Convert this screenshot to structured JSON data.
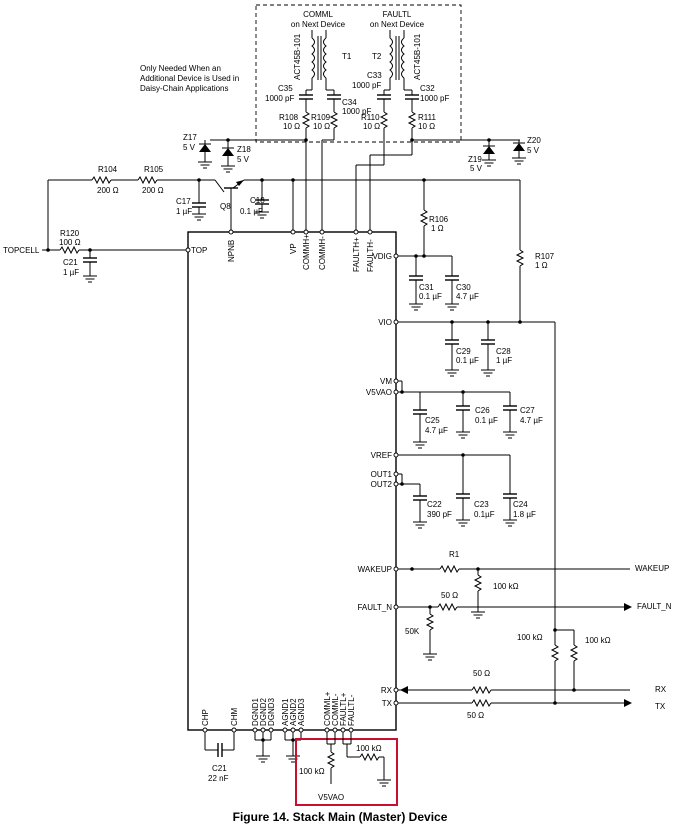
{
  "caption": "Figure 14. Stack Main (Master) Device",
  "note": [
    "Only Needed When an",
    "Additional Device is Used in",
    "Daisy-Chain Applications"
  ],
  "top_labels": {
    "comml": [
      "COMML",
      "on Next Device"
    ],
    "faultl": [
      "FAULTL",
      "on Next Device"
    ]
  },
  "transformers": {
    "t1": {
      "ref": "T1",
      "part": "ACT45B-101"
    },
    "t2": {
      "ref": "T2",
      "part": "ACT45B-101"
    }
  },
  "components": {
    "c35": [
      "C35",
      "1000 pF"
    ],
    "c34": [
      "C34",
      "1000 pF"
    ],
    "c33": [
      "C33",
      "1000 pF"
    ],
    "c32": [
      "C32",
      "1000 pF"
    ],
    "r108": [
      "R108",
      "10 Ω"
    ],
    "r109": [
      "R109",
      "10 Ω"
    ],
    "r110": [
      "R110",
      "10 Ω"
    ],
    "r111": [
      "R111",
      "10 Ω"
    ],
    "z17": [
      "Z17",
      "5 V"
    ],
    "z18": [
      "Z18",
      "5 V"
    ],
    "z19": [
      "Z19",
      "5 V"
    ],
    "z20": [
      "Z20",
      "5 V"
    ],
    "r104": [
      "R104",
      "200 Ω"
    ],
    "r105": [
      "R105",
      "200 Ω"
    ],
    "c17": [
      "C17",
      "1 µF"
    ],
    "c18": [
      "C18",
      "0.1 µF"
    ],
    "q8": "Q8",
    "r120": [
      "R120",
      "100 Ω"
    ],
    "c21a": [
      "C21",
      "1 µF"
    ],
    "r106": [
      "R106",
      "1 Ω"
    ],
    "r107": [
      "R107",
      "1 Ω"
    ],
    "c31": [
      "C31",
      "0.1 µF"
    ],
    "c30": [
      "C30",
      "4.7 µF"
    ],
    "c29": [
      "C29",
      "0.1 µF"
    ],
    "c28": [
      "C28",
      "1 µF"
    ],
    "c25": [
      "C25",
      "4.7 µF"
    ],
    "c26": [
      "C26",
      "0.1 µF"
    ],
    "c27": [
      "C27",
      "4.7 µF"
    ],
    "c22": [
      "C22",
      "390 pF"
    ],
    "c23": [
      "C23",
      "0.1µF"
    ],
    "c24": [
      "C24",
      "1.8 µF"
    ],
    "r1": "R1",
    "r_wake": "100 kΩ",
    "r_fault_series": "50 Ω",
    "r_fault_pd": "50K",
    "r_pu1": "100 kΩ",
    "r_pu2": "100 kΩ",
    "r_rx": "50 Ω",
    "r_tx": "50 Ω",
    "c21b": [
      "C21",
      "22 nF"
    ],
    "r_hl1": "100 kΩ",
    "r_hl2": "100 kΩ",
    "v5vao": "V5VAO"
  },
  "ic_pins": {
    "top": "TOP",
    "topcell": "TOPCELL",
    "top_side": [
      "NPNB",
      "VP",
      "COMMH+",
      "COMMH-",
      "FAULTH+",
      "FAULTH-"
    ],
    "right_side": [
      "VDIG",
      "VIO",
      "VM",
      "V5VAO",
      "VREF",
      "OUT1",
      "OUT2",
      "WAKEUP",
      "FAULT_N",
      "RX",
      "TX"
    ],
    "bottom_side": [
      "CHP",
      "CHM",
      "DGND1",
      "DGND2",
      "DGND3",
      "AGND1",
      "AGND2",
      "AGND3",
      "COMML+",
      "COMML-",
      "FAULTL+",
      "FAULTL-"
    ]
  },
  "signals": {
    "wakeup": "WAKEUP",
    "fault_n": "FAULT_N",
    "rx": "RX",
    "tx": "TX"
  }
}
